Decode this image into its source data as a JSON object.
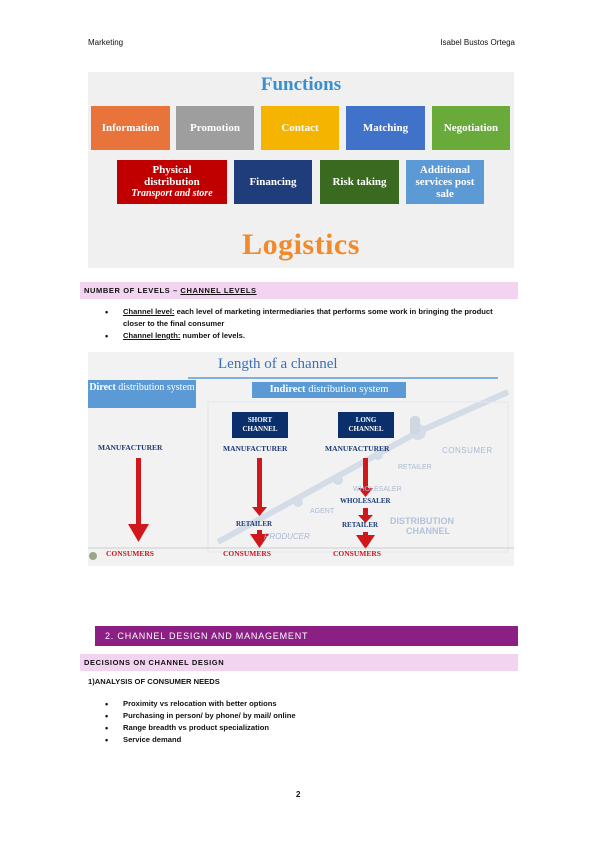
{
  "header": {
    "left": "Marketing",
    "right": "Isabel Bustos Ortega"
  },
  "functions_figure": {
    "title": "Functions",
    "boxes_row1": [
      "Information",
      "Promotion",
      "Contact",
      "Matching",
      "Negotiation"
    ],
    "physical_title": "Physical distribution",
    "physical_sub": "Transport and store",
    "boxes_row2": [
      "Financing",
      "Risk taking",
      "Additional services post sale"
    ],
    "footer": "Logistics",
    "colors": {
      "information": "#e8743b",
      "promotion": "#9e9e9e",
      "contact": "#f5b400",
      "matching": "#3f72c8",
      "negotiation": "#6aaa3a",
      "physical": "#c00000",
      "financing": "#1f3d7a",
      "risk": "#3a6a1f",
      "additional": "#5b9ad5"
    }
  },
  "section_levels": {
    "heading_a": "NUMBER OF LEVELS – ",
    "heading_b": "CHANNEL LEVELS",
    "bullet1_term": "Channel level:",
    "bullet1_text": " each level of marketing intermediaries that performs some work in bringing the product closer to the final consumer",
    "bullet2_term": "Channel length:",
    "bullet2_text": " number of levels."
  },
  "channel_figure": {
    "title": "Length of a channel",
    "direct_bold": "Direct",
    "direct_rest": " distribution system",
    "indirect_bold": "Indirect",
    "indirect_rest": " distribution system",
    "short_channel": "SHORT CHANNEL",
    "long_channel": "LONG CHANNEL",
    "manufacturer": "MANUFACTURER",
    "wholesaler": "WHOLESALER",
    "retailer": "RETAILER",
    "consumers": "CONSUMERS",
    "bg_words": [
      "CONSUMER",
      "RETAILER",
      "WHOLESALER",
      "AGENT",
      "PRODUCER",
      "DISTRIBUTION",
      "CHANNEL"
    ]
  },
  "section2": {
    "title": "2.   CHANNEL DESIGN AND MANAGEMENT",
    "subheading": "DECISIONS ON CHANNEL DESIGN",
    "analysis": "1)ANALYSIS OF CONSUMER NEEDS",
    "bullets": [
      "Proximity vs relocation with better options",
      "Purchasing in person/ by phone/ by mail/ online",
      "Range breadth vs product specialization",
      "Service demand"
    ]
  },
  "page_number": "2"
}
